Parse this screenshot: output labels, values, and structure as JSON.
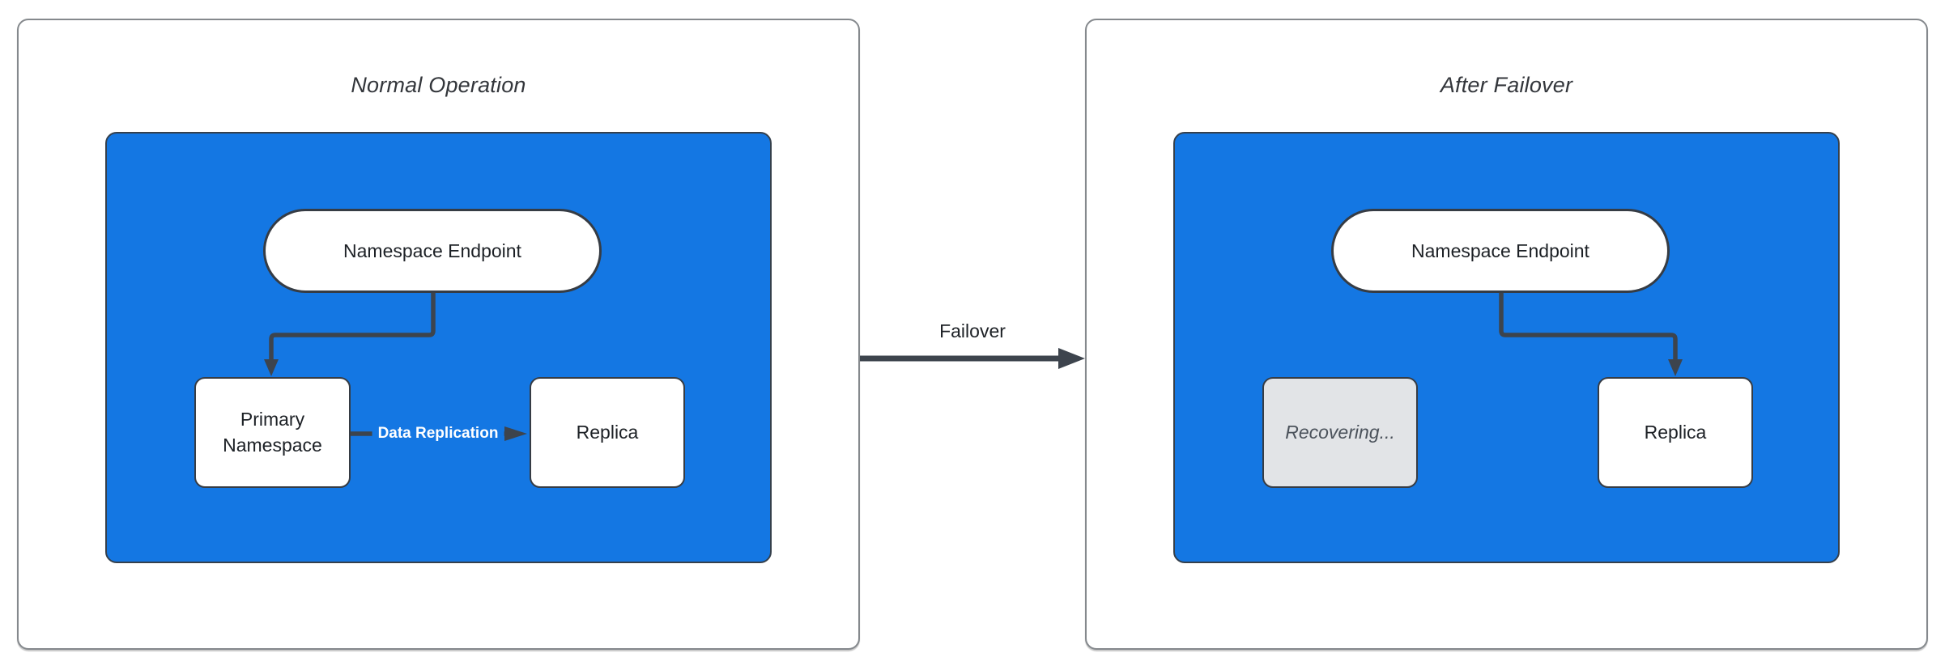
{
  "diagram": {
    "left_panel": {
      "title": "Normal Operation",
      "endpoint": "Namespace Endpoint",
      "primary": "Primary Namespace",
      "replica": "Replica",
      "edge_label": "Data Replication"
    },
    "transition": {
      "label": "Failover"
    },
    "right_panel": {
      "title": "After Failover",
      "endpoint": "Namespace Endpoint",
      "recovering": "Recovering...",
      "replica": "Replica"
    }
  },
  "colors": {
    "canvas_bg": "#ffffff",
    "panel_border": "#85898d",
    "container_blue": "#1477e3",
    "container_border": "#35404c",
    "node_bg": "#ffffff",
    "node_border": "#363c44",
    "node_text": "#1d2126",
    "recovering_bg": "#e2e4e7",
    "recovering_text": "#4b525b",
    "arrow": "#3d444d",
    "edge_label_text": "#ffffff",
    "title_text": "#33363b"
  }
}
